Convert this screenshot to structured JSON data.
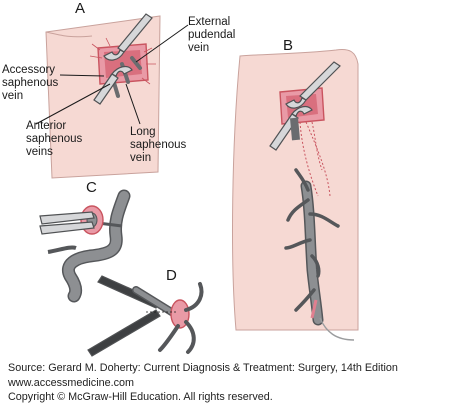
{
  "figure": {
    "panels": {
      "a": "A",
      "b": "B",
      "c": "C",
      "d": "D"
    },
    "labels": {
      "external_pudendal": "External\npudendal\nvein",
      "accessory_saphenous": "Accessory\nsaphenous\nvein",
      "anterior_saphenous": "Anterior\nsaphenous\nveins",
      "long_saphenous": "Long\nsaphenous\nvein"
    },
    "colors": {
      "skin": "#f6d9d3",
      "skin_edge": "#c9a29c",
      "incision": "#e07f8f",
      "vein": "#8d8f92",
      "vein_edge": "#55575a",
      "instrument": "#d6d7d9",
      "instrument_edge": "#505254"
    }
  },
  "source": {
    "line1": "Source: Gerard M. Doherty: Current Diagnosis & Treatment: Surgery, 14th Edition",
    "line2": "www.accessmedicine.com",
    "line3": "Copyright © McGraw-Hill Education. All rights reserved."
  }
}
